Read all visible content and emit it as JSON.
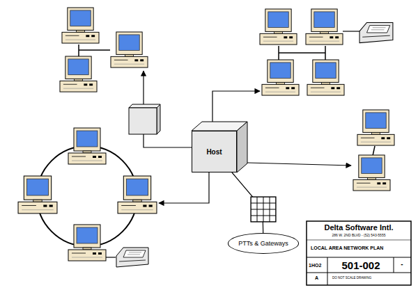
{
  "diagram": {
    "nodes": [
      {
        "text": [
          "Host"
        ]
      },
      {
        "text": [
          "PTTs & Gateways"
        ]
      }
    ],
    "edges": [
      {
        "from": 0,
        "to": 1,
        "arrow": "none"
      }
    ],
    "labels": [
      "Delta Software Intl.",
      "286 W. 2ND BLVD - (52) 543-5555",
      "LOCAL AREA NETWORK PLAN",
      "1HO2",
      "501-002",
      "-",
      "A",
      "DO NOT SCALE DRAWING"
    ]
  }
}
